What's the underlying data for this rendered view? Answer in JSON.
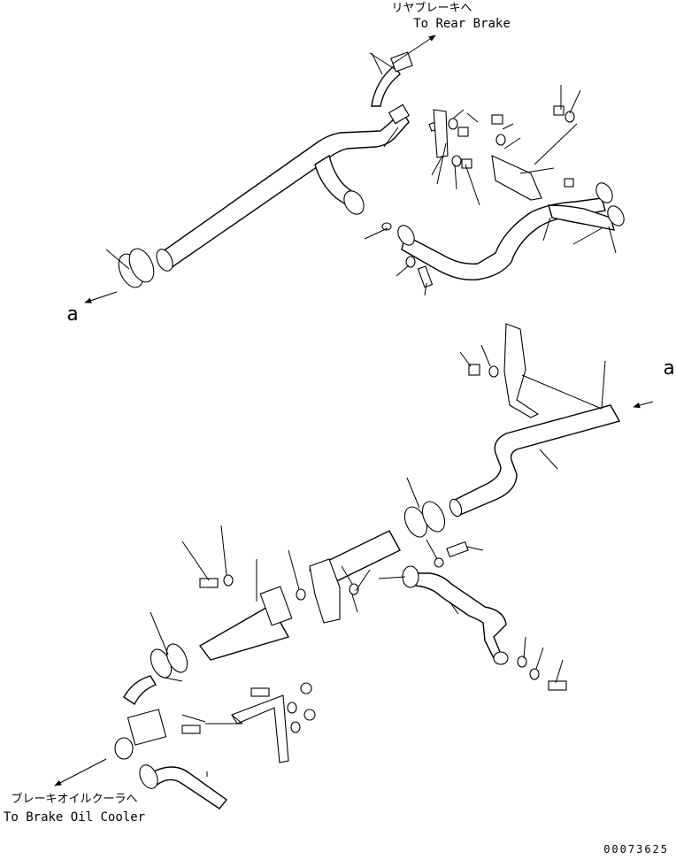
{
  "annotations": {
    "rear_brake_jp": "リヤブレーキへ",
    "rear_brake_en": "To Rear Brake",
    "oil_cooler_jp": "ブレーキオイルクーラへ",
    "oil_cooler_en": "To Brake Oil Cooler",
    "ref_a_left": "a",
    "ref_a_right": "a",
    "drawing_number": "00073625"
  },
  "icons": [
    "flow-arrow-icon"
  ]
}
